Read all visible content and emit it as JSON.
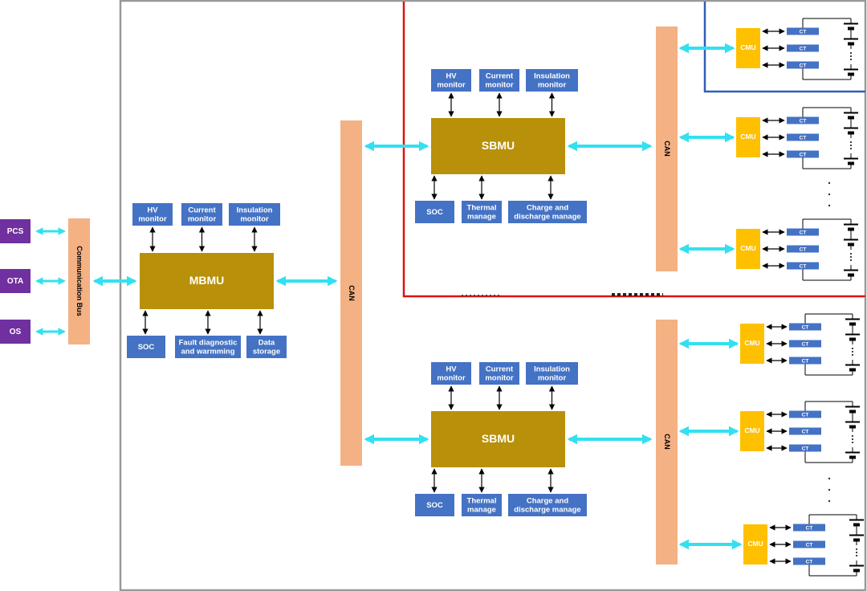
{
  "external": [
    "PCS",
    "OTA",
    "OS"
  ],
  "comm_bus": "Communication Bus",
  "master": {
    "name": "MBMU",
    "top": [
      [
        "HV",
        "monitor"
      ],
      [
        "Current",
        "monitor"
      ],
      [
        "Insulation",
        "monitor"
      ]
    ],
    "bottom": [
      [
        "SOC"
      ],
      [
        "Fault diagnostic",
        "and warmming"
      ],
      [
        "Data",
        "storage"
      ]
    ]
  },
  "can_label": "CAN",
  "slave": {
    "name": "SBMU",
    "top": [
      [
        "HV",
        "monitor"
      ],
      [
        "Current",
        "monitor"
      ],
      [
        "Insulation",
        "monitor"
      ]
    ],
    "bottom": [
      [
        "SOC"
      ],
      [
        "Thermal",
        "manage"
      ],
      [
        "Charge and",
        "discharge manage"
      ]
    ]
  },
  "cmu_label": "CMU",
  "ct_label": "CT",
  "colors": {
    "blue_box": "#4472C4",
    "purple": "#7030A0",
    "peach": "#F4B183",
    "olive": "#B8900A",
    "yellow": "#FFC000",
    "cyan_arrow": "#33E0F0",
    "red_border": "#E01010",
    "blue_border": "#2F5FB5",
    "frame": "#999999"
  }
}
